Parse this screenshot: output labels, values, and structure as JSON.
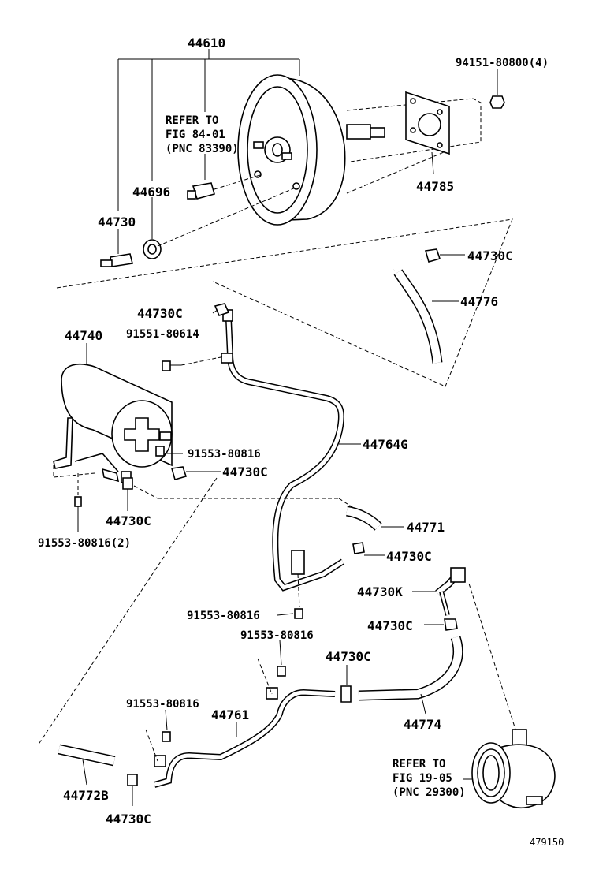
{
  "labels": {
    "p44610": "44610",
    "p94151": "94151-80800(4)",
    "p44785": "44785",
    "p44696": "44696",
    "p44730": "44730",
    "p44730c_1": "44730C",
    "p44776": "44776",
    "p44730c_2": "44730C",
    "p91551": "91551-80614",
    "p44740": "44740",
    "p91553_1": "91553-80816",
    "p44730c_3": "44730C",
    "p44764g": "44764G",
    "p44730c_4": "44730C",
    "p91553_2": "91553-80816(2)",
    "p44771": "44771",
    "p44730c_5": "44730C",
    "p44730k": "44730K",
    "p44730c_6": "44730C",
    "p91553_3": "91553-80816",
    "p91553_4": "91553-80816",
    "p44730c_7": "44730C",
    "p91553_5": "91553-80816",
    "p44761": "44761",
    "p44774": "44774",
    "p44772b": "44772B",
    "p44730c_8": "44730C"
  },
  "refs": {
    "booster": [
      "REFER TO",
      "FIG 84-01",
      "(PNC 83390)"
    ],
    "pump": [
      "REFER TO",
      "FIG 19-05",
      "(PNC 29300)"
    ]
  },
  "illustration_id": "479150"
}
